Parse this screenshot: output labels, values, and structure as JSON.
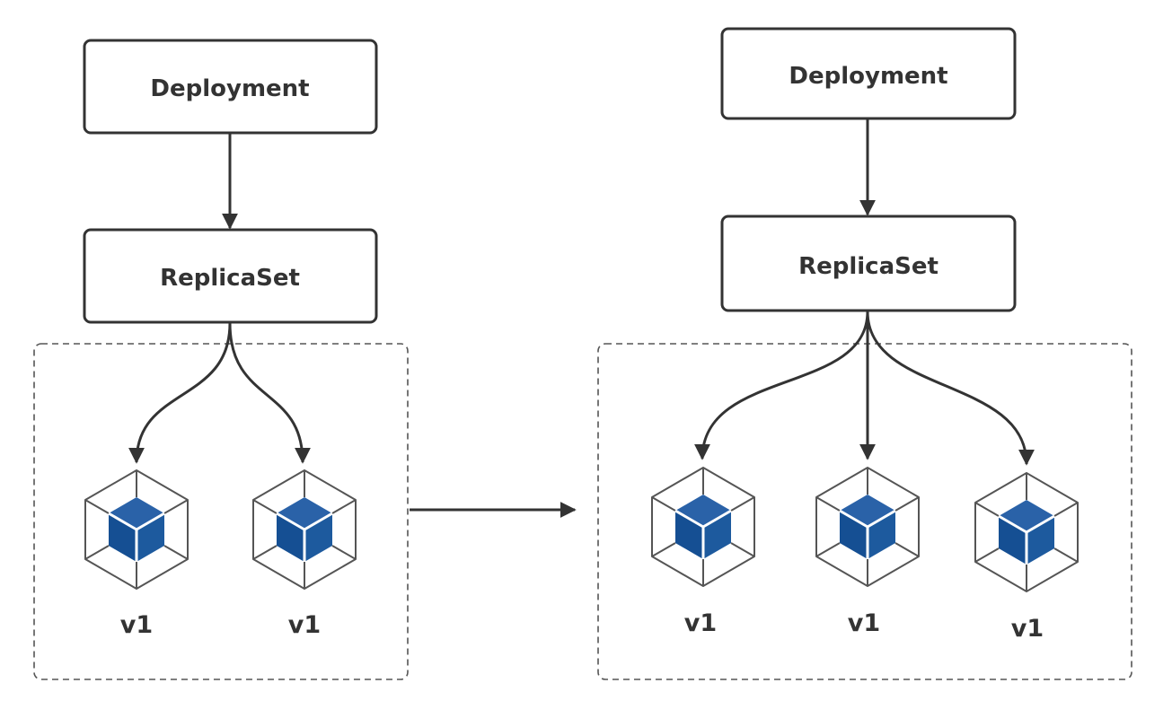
{
  "diagram": {
    "left": {
      "deployment_label": "Deployment",
      "replicaset_label": "ReplicaSet",
      "pods": [
        {
          "label": "v1"
        },
        {
          "label": "v1"
        }
      ]
    },
    "right": {
      "deployment_label": "Deployment",
      "replicaset_label": "ReplicaSet",
      "pods": [
        {
          "label": "v1"
        },
        {
          "label": "v1"
        },
        {
          "label": "v1"
        }
      ]
    }
  },
  "colors": {
    "stroke": "#333333",
    "pod_cube": "#1d5a9e",
    "group_border": "#555555"
  },
  "icons": {
    "pod": "pod-cube-icon",
    "arrow": "arrow-icon"
  }
}
